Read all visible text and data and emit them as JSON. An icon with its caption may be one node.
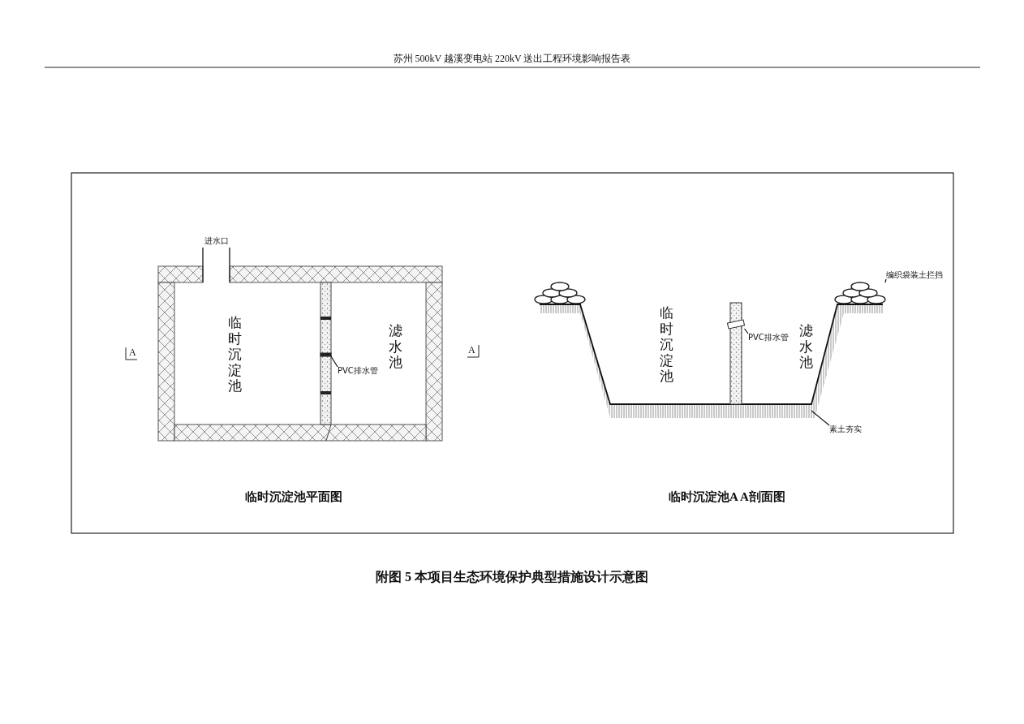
{
  "diagram": {
    "caption": "附图 5  本项目生态环境保护典型措施设计示意图",
    "nodes": [
      {
        "text": [
          "临时沉淀池"
        ]
      },
      {
        "text": [
          "滤水池"
        ]
      },
      {
        "text": [
          "进水口"
        ]
      },
      {
        "text": [
          "PVC排水管"
        ]
      },
      {
        "text": [],
        "shape": "bar"
      },
      {
        "text": [
          "PVC排水管"
        ]
      },
      {
        "text": [],
        "shape": "bar"
      },
      {
        "text": [
          "编织袋装土拦挡"
        ]
      },
      {
        "text": [],
        "shape": "picture"
      },
      {
        "text": [
          "素土夯实"
        ]
      }
    ],
    "edges": [
      {
        "from": 3,
        "to": 4,
        "arrow": "none"
      },
      {
        "from": 5,
        "to": 6,
        "arrow": "none"
      },
      {
        "from": 7,
        "to": 8,
        "arrow": "none"
      },
      {
        "from": 9,
        "to": null,
        "arrow": "none"
      }
    ],
    "labels": [
      "苏州 500kV 越溪变电站 220kV 送出工程环境影响报告表",
      "A",
      "A",
      "临时沉淀池",
      "滤水池",
      "临时沉淀池平面图",
      "临时沉淀池A A剖面图"
    ]
  }
}
